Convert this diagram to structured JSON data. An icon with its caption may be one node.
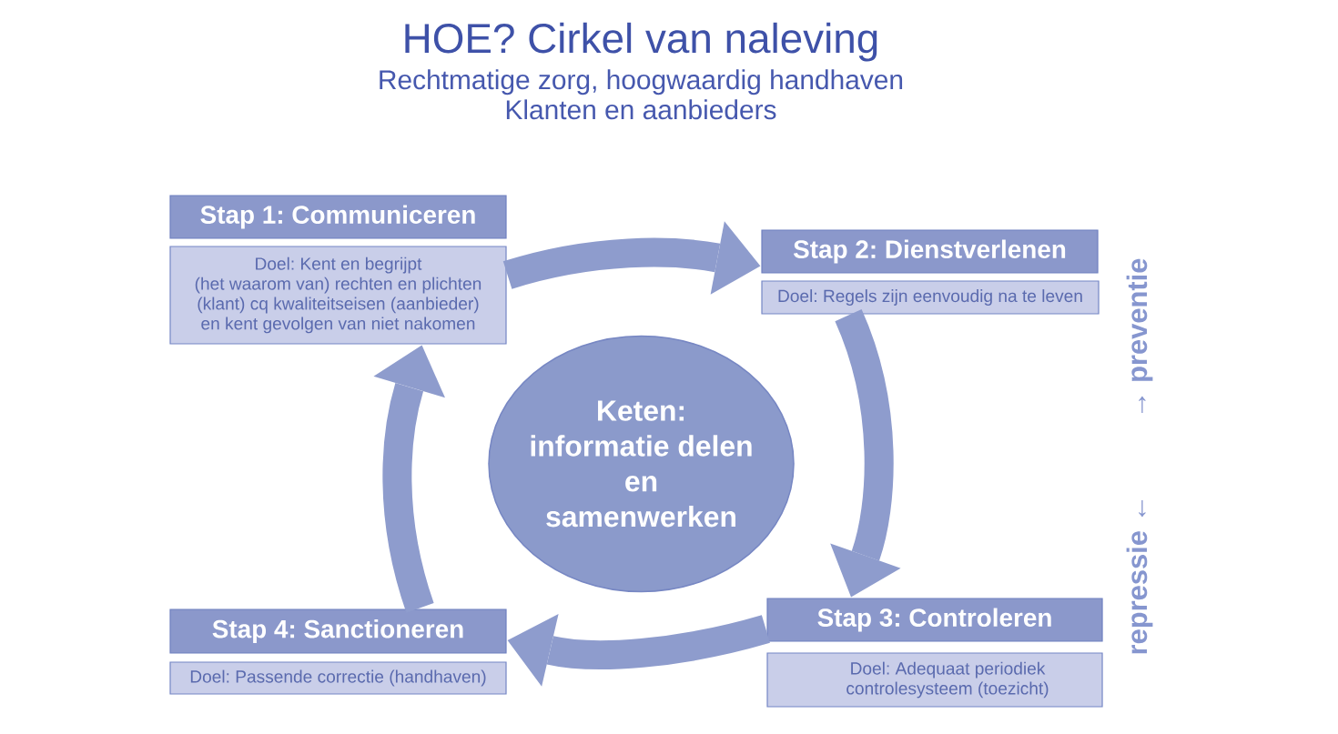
{
  "diagram": {
    "title": "HOE? Cirkel van naleving",
    "nodes": [
      {
        "text": [
          "Stap 1: Communiceren"
        ]
      },
      {
        "text": [
          "Doel: Kent en begrijpt (het waarom van) rechten en plichten (klant) cq kwaliteitseisen (aanbieder) en kent gevolgen van niet nakomen"
        ]
      },
      {
        "text": [
          "Stap 2: Dienstverlenen"
        ]
      },
      {
        "text": [
          "Doel: Regels zijn eenvoudig na te leven"
        ]
      },
      {
        "text": [
          "Keten: informatie delen en samenwerken"
        ]
      },
      {
        "text": [
          "Stap 3: Controleren"
        ]
      },
      {
        "text": [
          "Doel: Adequaat periodiek controlesysteem (toezicht)"
        ]
      },
      {
        "text": [
          "Stap 4: Sanctioneren"
        ]
      },
      {
        "text": [
          "Doel: Passende correctie (handhaven)"
        ]
      }
    ],
    "edges": [
      {
        "from": 1,
        "to": 2,
        "arrow": "to"
      },
      {
        "from": 3,
        "to": 5,
        "arrow": "to"
      },
      {
        "from": 5,
        "to": 7,
        "arrow": "to"
      },
      {
        "from": 7,
        "to": 1,
        "arrow": "to"
      }
    ],
    "labels": [
      "Rechtmatige zorg, hoogwaardig handhaven",
      "Klanten en aanbieders",
      "→ preventie",
      "repressie ←"
    ]
  }
}
